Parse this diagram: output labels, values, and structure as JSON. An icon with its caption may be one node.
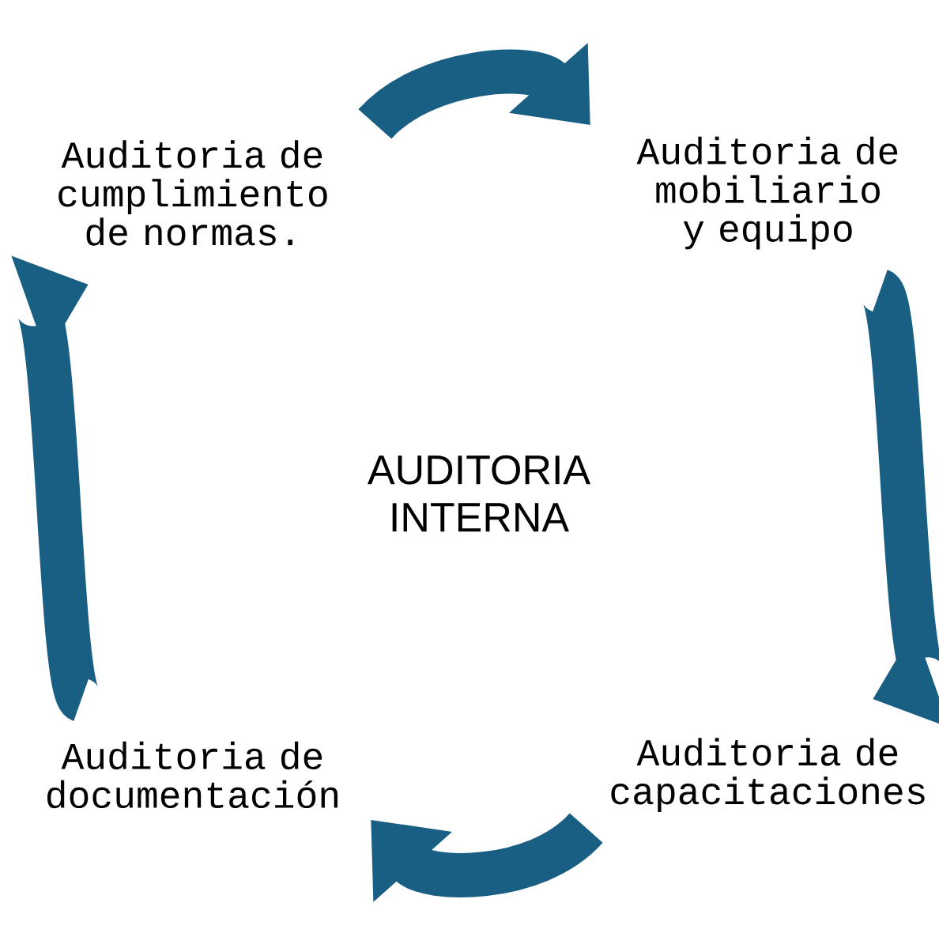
{
  "diagram": {
    "nodes": [
      {
        "text": [
          "AUDITORIA INTERNA"
        ]
      },
      {
        "text": [
          "Auditoria de cumplimiento de normas."
        ]
      },
      {
        "text": [
          "Auditoria de mobiliario y equipo"
        ]
      },
      {
        "text": [
          "Auditoria de capacitaciones"
        ]
      },
      {
        "text": [
          "Auditoria de documentación"
        ]
      }
    ],
    "edges": [
      {
        "from": 1,
        "to": 2,
        "arrow": "to"
      },
      {
        "from": 2,
        "to": 3,
        "arrow": "to"
      },
      {
        "from": 3,
        "to": 4,
        "arrow": "to"
      },
      {
        "from": 4,
        "to": 1,
        "arrow": "to"
      }
    ]
  }
}
